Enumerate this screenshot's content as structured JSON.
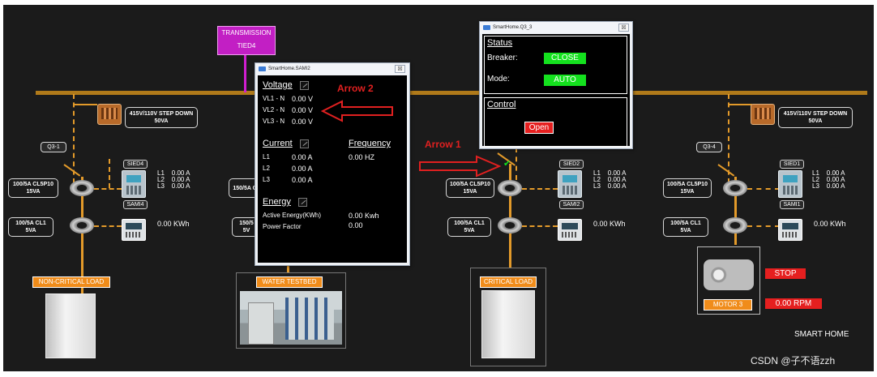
{
  "transmission": {
    "line1": "TRANSMISSION",
    "line2": "TIED4"
  },
  "transformers": {
    "left_label": "415V/110V STEP DOWN\n50VA",
    "right_label": "415V/110V STEP DOWN\n50VA"
  },
  "breaker_tags": {
    "left": "Q3-1",
    "right": "Q3-4"
  },
  "feeders": {
    "f1": {
      "sied": "SIED4",
      "sami": "SAMI4",
      "ct1": "100/5A CL5P10\n15VA",
      "ct2": "100/5A CL1\n5VA",
      "currents": "L1    0.00 A\nL2    0.00 A\nL3    0.00 A",
      "energy": "0.00 KWh"
    },
    "f2": {
      "ct1": "150/5A C",
      "ct2": "150/5\n5V"
    },
    "f3": {
      "sied": "SIED2",
      "sami": "SAMI2",
      "ct1": "100/5A CL5P10\n15VA",
      "ct2": "100/5A CL1\n5VA",
      "currents": "L1    0.00 A\nL2    0.00 A\nL3    0.00 A",
      "energy": "0.00 KWh"
    },
    "f4": {
      "sied": "SIED1",
      "sami": "SAMI1",
      "ct1": "100/5A CL5P10\n15VA",
      "ct2": "100/5A CL1\n5VA",
      "currents": "L1    0.00 A\nL2    0.00 A\nL3    0.00 A",
      "energy": "0.00 KWh"
    }
  },
  "loads": {
    "non_critical": "NON-CRITICAL LOAD",
    "water_testbed": "WATER TESTBED",
    "critical": "CRITICAL LOAD",
    "motor": "MOTOR 3"
  },
  "motor_status": {
    "state": "STOP",
    "speed": "0.00 RPM"
  },
  "footer": {
    "label": "SMART HOME"
  },
  "sami_popup": {
    "title": "SmartHome.SAMI2",
    "close": "☒",
    "voltage_header": "Voltage",
    "vl1_label": "VL1 - N",
    "vl1_value": "0.00 V",
    "vl2_label": "VL2 - N",
    "vl2_value": "0.00 V",
    "vl3_label": "VL3 - N",
    "vl3_value": "0.00 V",
    "current_header": "Current",
    "frequency_header": "Frequency",
    "frequency_value": "0.00 HZ",
    "l1_label": "L1",
    "l1_value": "0.00 A",
    "l2_label": "L2",
    "l2_value": "0.00 A",
    "l3_label": "L3",
    "l3_value": "0.00 A",
    "energy_header": "Energy",
    "active_energy_label": "Active Energy(KWh)",
    "active_energy_value": "0.00 Kwh",
    "power_factor_label": "Power Factor",
    "power_factor_value": "0.00"
  },
  "breaker_popup": {
    "title": "SmartHome.Q3_3",
    "close": "☒",
    "status_header": "Status",
    "breaker_label": "Breaker:",
    "breaker_value": "CLOSE",
    "mode_label": "Mode:",
    "mode_value": "AUTO",
    "control_header": "Control",
    "open_button": "Open"
  },
  "annotations": {
    "arrow1": "Arrow 1",
    "arrow2": "Arrow 2"
  },
  "watermark": "CSDN @子不语zzh",
  "colors": {
    "bus": "#b07a1a",
    "wire": "#e39a2a",
    "accent_green": "#14e11e",
    "accent_red": "#e51f1f",
    "load_orange": "#f08c1a",
    "transmission": "#c21fc4"
  }
}
